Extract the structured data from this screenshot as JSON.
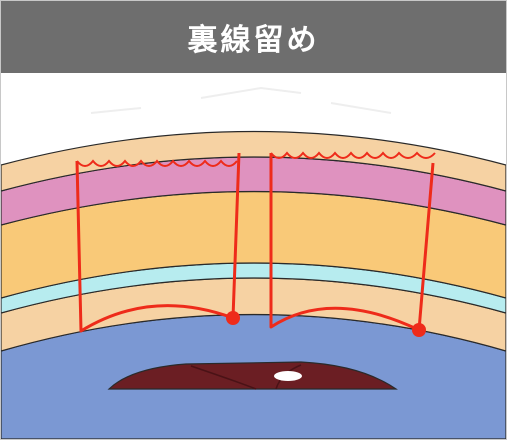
{
  "header": {
    "title": "裏線留め"
  },
  "colors": {
    "header_bg": "#6e6e6e",
    "header_text": "#ffffff",
    "skin_layer": "#f6d2a3",
    "pink_layer": "#df92bf",
    "orange_layer": "#f9c978",
    "cyan_layer": "#b7ecef",
    "tarsal_plate": "#7b98d3",
    "eye_dark": "#6b1e23",
    "suture": "#ee2b1a",
    "outline": "#2a2a2a"
  },
  "diagram": {
    "layers": [
      "skin",
      "pink-muscle",
      "orange-fat",
      "cyan-membrane",
      "lower-skin",
      "blue-tarsus"
    ],
    "sutures": 2,
    "eyeball": true
  }
}
